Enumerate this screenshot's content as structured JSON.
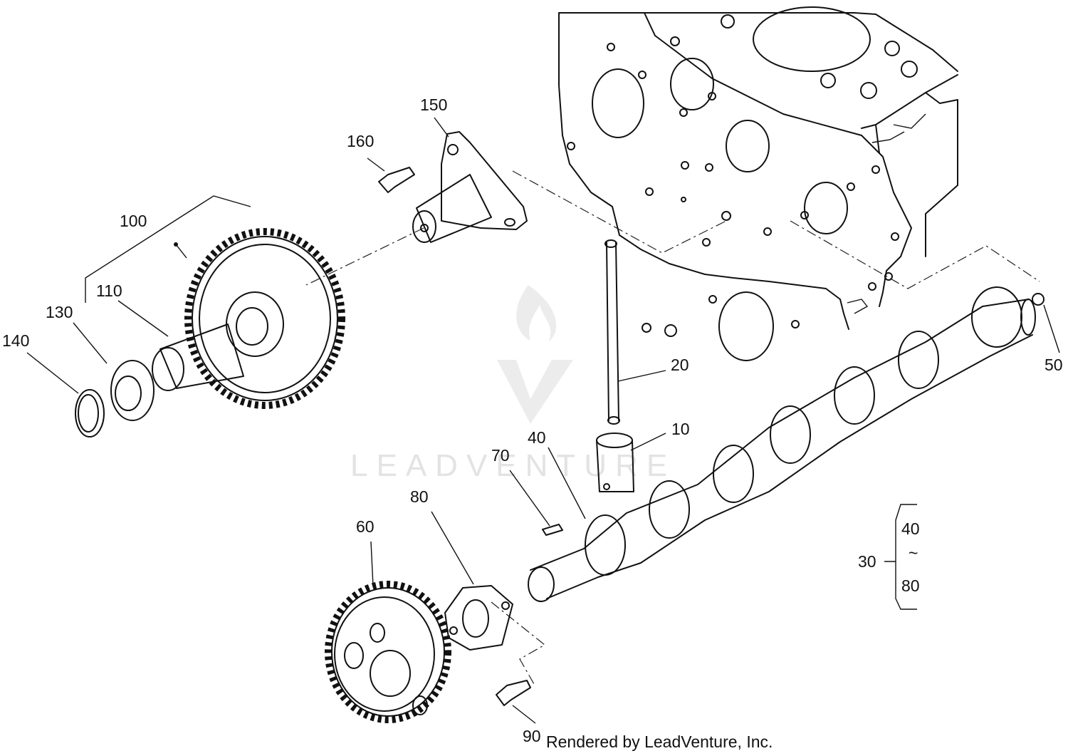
{
  "watermark": {
    "text": "LEADVENTURE"
  },
  "callouts": {
    "c10": "10",
    "c20": "20",
    "c30": "30",
    "c40": "40",
    "c40b": "40",
    "c50": "50",
    "c60": "60",
    "c70": "70",
    "c80": "80",
    "c80b": "80",
    "c90": "90",
    "c100": "100",
    "c110": "110",
    "c130": "130",
    "c140": "140",
    "c150": "150",
    "c160": "160"
  },
  "range_symbol": "~",
  "footer": "Rendered by LeadVenture, Inc.",
  "colors": {
    "line": "#111111",
    "background": "#ffffff",
    "watermark": "#e3e3e3"
  }
}
